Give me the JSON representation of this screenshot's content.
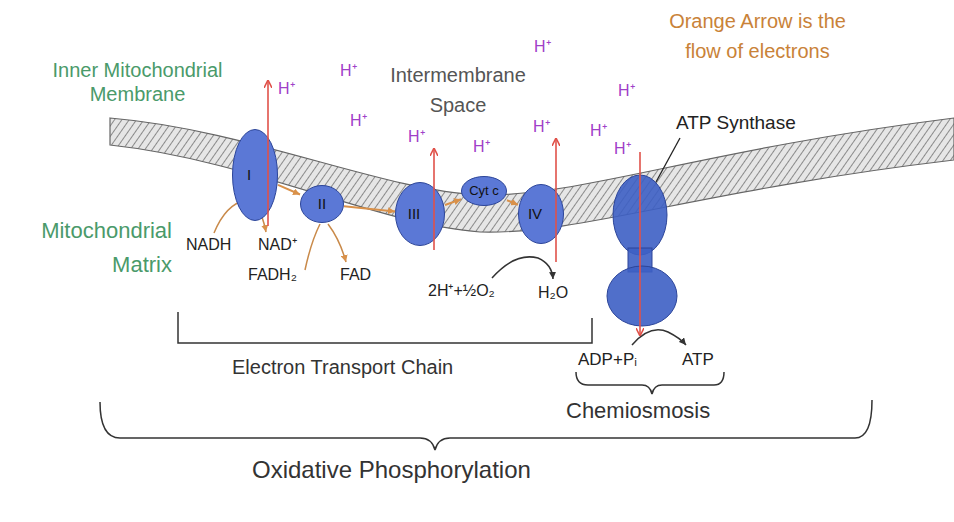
{
  "diagram": {
    "nodes": [
      {
        "text": [
          "I"
        ]
      },
      {
        "text": [
          "II"
        ]
      },
      {
        "text": [
          "III"
        ]
      },
      {
        "text": [
          "Cyt c"
        ]
      },
      {
        "text": [
          "IV"
        ]
      }
    ],
    "edges": [
      {
        "from": 0,
        "to": 1,
        "arrow": "to"
      },
      {
        "from": 1,
        "to": 2,
        "arrow": "to"
      },
      {
        "from": 2,
        "to": 3,
        "arrow": "to"
      },
      {
        "from": 3,
        "to": 4,
        "arrow": "to"
      }
    ],
    "labels": [
      "Orange Arrow is the flow of electrons",
      "Inner Mitochondrial Membrane",
      "Intermembrane Space",
      "H⁺",
      "H⁺",
      "H⁺",
      "H⁺",
      "H⁺",
      "H⁺",
      "H⁺",
      "H⁺",
      "H⁺",
      "H⁺",
      "ATP Synthase",
      "Mitochondrial Matrix",
      "NADH",
      "NAD⁺",
      "FADH₂",
      "FAD",
      "2H⁺+½O₂",
      "H₂O",
      "ADP+Pᵢ",
      "ATP",
      "Electron Transport Chain",
      "Chemiosmosis",
      "Oxidative Phosphorylation"
    ]
  }
}
